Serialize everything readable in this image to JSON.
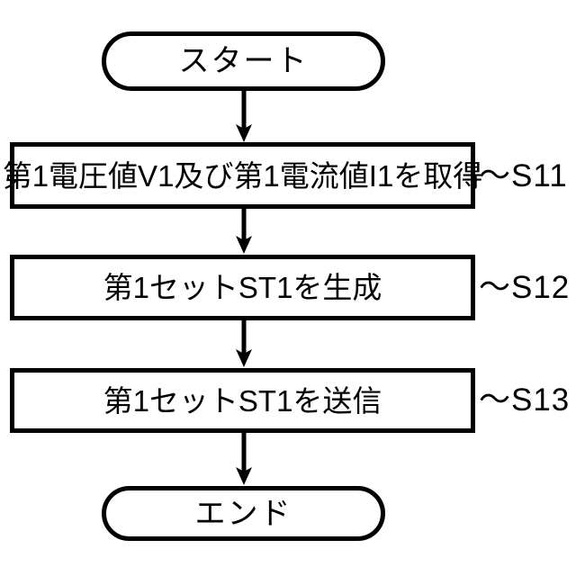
{
  "diagram": {
    "type": "flowchart",
    "orientation": "vertical",
    "background_color": "#ffffff",
    "stroke_color": "#000000",
    "nodes": [
      {
        "id": "start",
        "shape": "stadium",
        "label": "スタート"
      },
      {
        "id": "s11",
        "shape": "rectangle",
        "label": "第1電圧値V1及び第1電流値I1を取得",
        "step_ref": "〜S11"
      },
      {
        "id": "s12",
        "shape": "rectangle",
        "label": "第1セットST1を生成",
        "step_ref": "〜S12"
      },
      {
        "id": "s13",
        "shape": "rectangle",
        "label": "第1セットST1を送信",
        "step_ref": "〜S13"
      },
      {
        "id": "end",
        "shape": "stadium",
        "label": "エンド"
      }
    ],
    "edges": [
      {
        "from": "start",
        "to": "s11",
        "arrow": "down"
      },
      {
        "from": "s11",
        "to": "s12",
        "arrow": "down"
      },
      {
        "from": "s12",
        "to": "s13",
        "arrow": "down"
      },
      {
        "from": "s13",
        "to": "end",
        "arrow": "down"
      }
    ]
  }
}
